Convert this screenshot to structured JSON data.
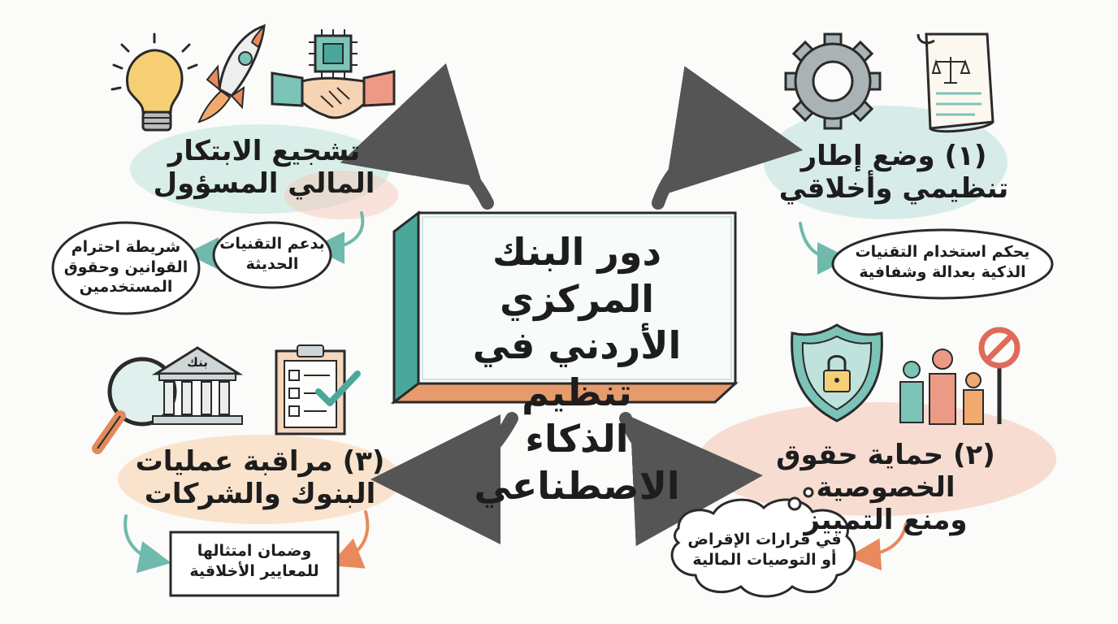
{
  "center": {
    "title_line1": "دور البنك المركزي",
    "title_line2": "الأردني في تنظيم",
    "title_line3": "الذكاء الاصطناعي"
  },
  "top_left": {
    "heading_line1": "تشجيع الابتكار",
    "heading_line2": "المالي المسؤول",
    "bubble1_line1": "بدعم التقنيات",
    "bubble1_line2": "الحديثة",
    "bubble2_line1": "شريطة احترام",
    "bubble2_line2": "القوانين وحقوق",
    "bubble2_line3": "المستخدمين"
  },
  "top_right": {
    "heading_line1": "(١) وضع إطار",
    "heading_line2": "تنظيمي وأخلاقي",
    "bubble_line1": "يحكم استخدام التقنيات",
    "bubble_line2": "الذكية بعدالة وشفافية"
  },
  "bottom_left": {
    "bank_label": "بنك",
    "heading_line1": "(٣) مراقبة عمليات",
    "heading_line2": "البنوك والشركات",
    "box_line1": "وضمان امتثالها",
    "box_line2": "للمعايير الأخلاقية"
  },
  "bottom_right": {
    "heading_line1": "(٢) حماية حقوق الخصوصية",
    "heading_line2": "ومنع التمييز",
    "cloud_line1": "في قرارات الإقراض",
    "cloud_line2": "أو التوصيات المالية"
  },
  "colors": {
    "teal": "#7cc3b8",
    "salmon": "#ec9a86",
    "orange": "#eba467",
    "gray": "#6e6e6e"
  }
}
